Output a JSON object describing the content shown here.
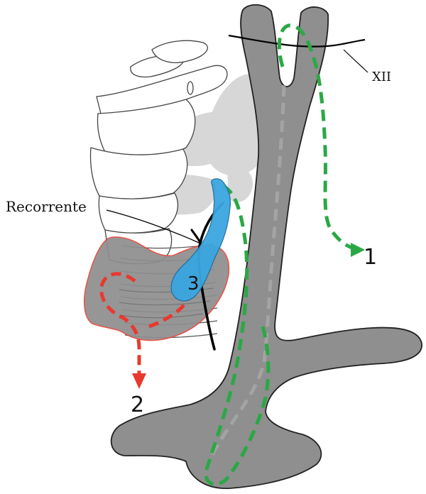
{
  "labels": {
    "xii": "XII",
    "recorrente": "Recorrente",
    "route_1": "1",
    "route_2": "2",
    "route_3": "3"
  },
  "colors": {
    "artery": "#8f8f8f",
    "artery_outline": "#222222",
    "gland_fill": "#d3d3d3",
    "thyroid_fill": "#8e8e8e",
    "thyroid_outline": "#e8463a",
    "green_route": "#2aa845",
    "red_route": "#e8392f",
    "blue_structure": "#3aa6e0",
    "nerve": "#000000"
  },
  "icons": {
    "arrow_head": "triangle-arrow-icon"
  }
}
